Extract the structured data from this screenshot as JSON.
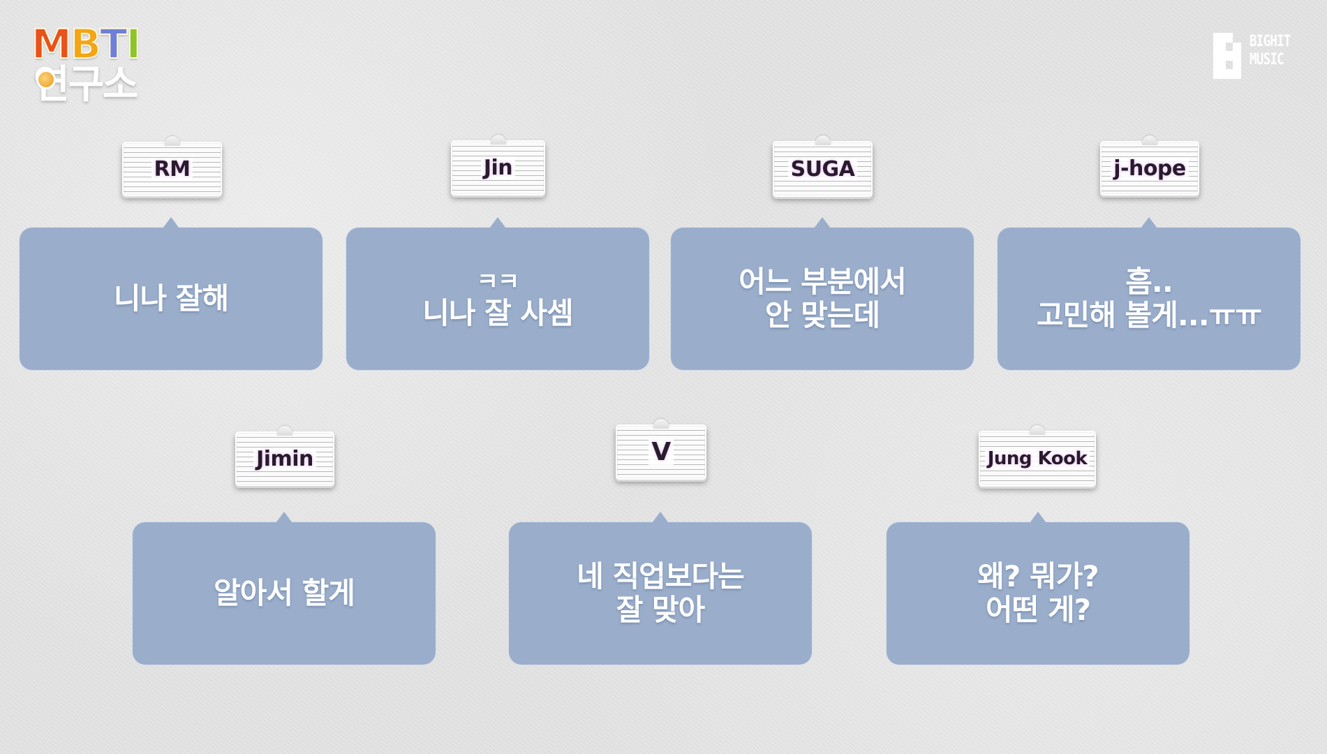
{
  "show_logo": {
    "title_latin": "MBTI",
    "title_latin_letters": [
      {
        "char": "M",
        "color": "#e8521b"
      },
      {
        "char": "B",
        "color": "#f2a515"
      },
      {
        "char": "T",
        "color": "#6f7fd8"
      },
      {
        "char": "I",
        "color": "#8cc42a"
      }
    ],
    "title_korean": "연구소"
  },
  "label_logo": {
    "line1": "BIGHIT",
    "line2": "MUSIC"
  },
  "colors": {
    "background": "#e3e3e3",
    "bubble": "#9aaecb",
    "bubble_text": "#ffffff",
    "name_text": "#2a1a2e"
  },
  "members": [
    {
      "name": "RM",
      "message_lines": [
        "니나 잘해"
      ]
    },
    {
      "name": "Jin",
      "message_lines": [
        "ㅋㅋ",
        "니나 잘 사셈"
      ]
    },
    {
      "name": "SUGA",
      "message_lines": [
        "어느 부분에서",
        "안 맞는데"
      ]
    },
    {
      "name": "j-hope",
      "message_lines": [
        "흠..",
        "고민해 볼게...ㅠㅠ"
      ]
    },
    {
      "name": "Jimin",
      "message_lines": [
        "알아서 할게"
      ]
    },
    {
      "name": "V",
      "message_lines": [
        "네 직업보다는",
        "잘 맞아"
      ]
    },
    {
      "name": "Jung Kook",
      "message_lines": [
        "왜? 뭐가?",
        "어떤 게?"
      ]
    }
  ]
}
